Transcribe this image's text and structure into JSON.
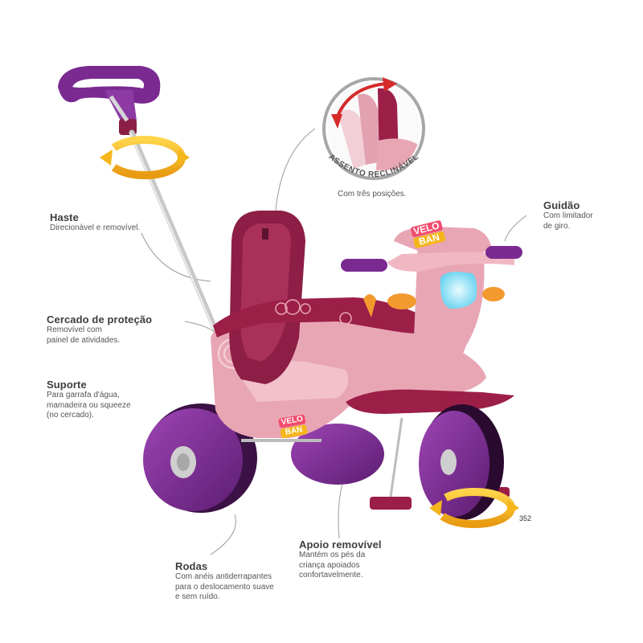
{
  "callouts": {
    "haste": {
      "title": "Haste",
      "desc": "Direcionável e removível."
    },
    "cercado": {
      "title": "Cercado de proteção",
      "desc": "Removível com\npainel de atividades."
    },
    "suporte": {
      "title": "Suporte",
      "desc": "Para garrafa d'água,\nmamadeira ou squeeze\n(no cercado)."
    },
    "rodas": {
      "title": "Rodas",
      "desc": "Com anéis antiderrapantes\npara o deslocamento suave\ne sem ruído."
    },
    "apoio": {
      "title": "Apoio removível",
      "desc": "Mantém os pés da\ncriança apoiados\nconfortavelmente."
    },
    "guidao": {
      "title": "Guidão",
      "desc": "Com limitador\nde giro."
    },
    "assento": {
      "badge": "ASSENTO RECLINÁVEL",
      "desc": "Com três posições."
    }
  },
  "logo": {
    "line1": "VELO",
    "line2": "BAN"
  },
  "model_number": "352",
  "icons": [
    "rotate-arrows-icon",
    "recline-arrow-icon"
  ],
  "colors": {
    "body_pink": "#e8a6b4",
    "maroon": "#9c1f48",
    "purple": "#7b2a8e",
    "arrow_yellow": "#f4b61a",
    "light_blue": "#8fe4f6",
    "orange": "#f39a2e"
  }
}
